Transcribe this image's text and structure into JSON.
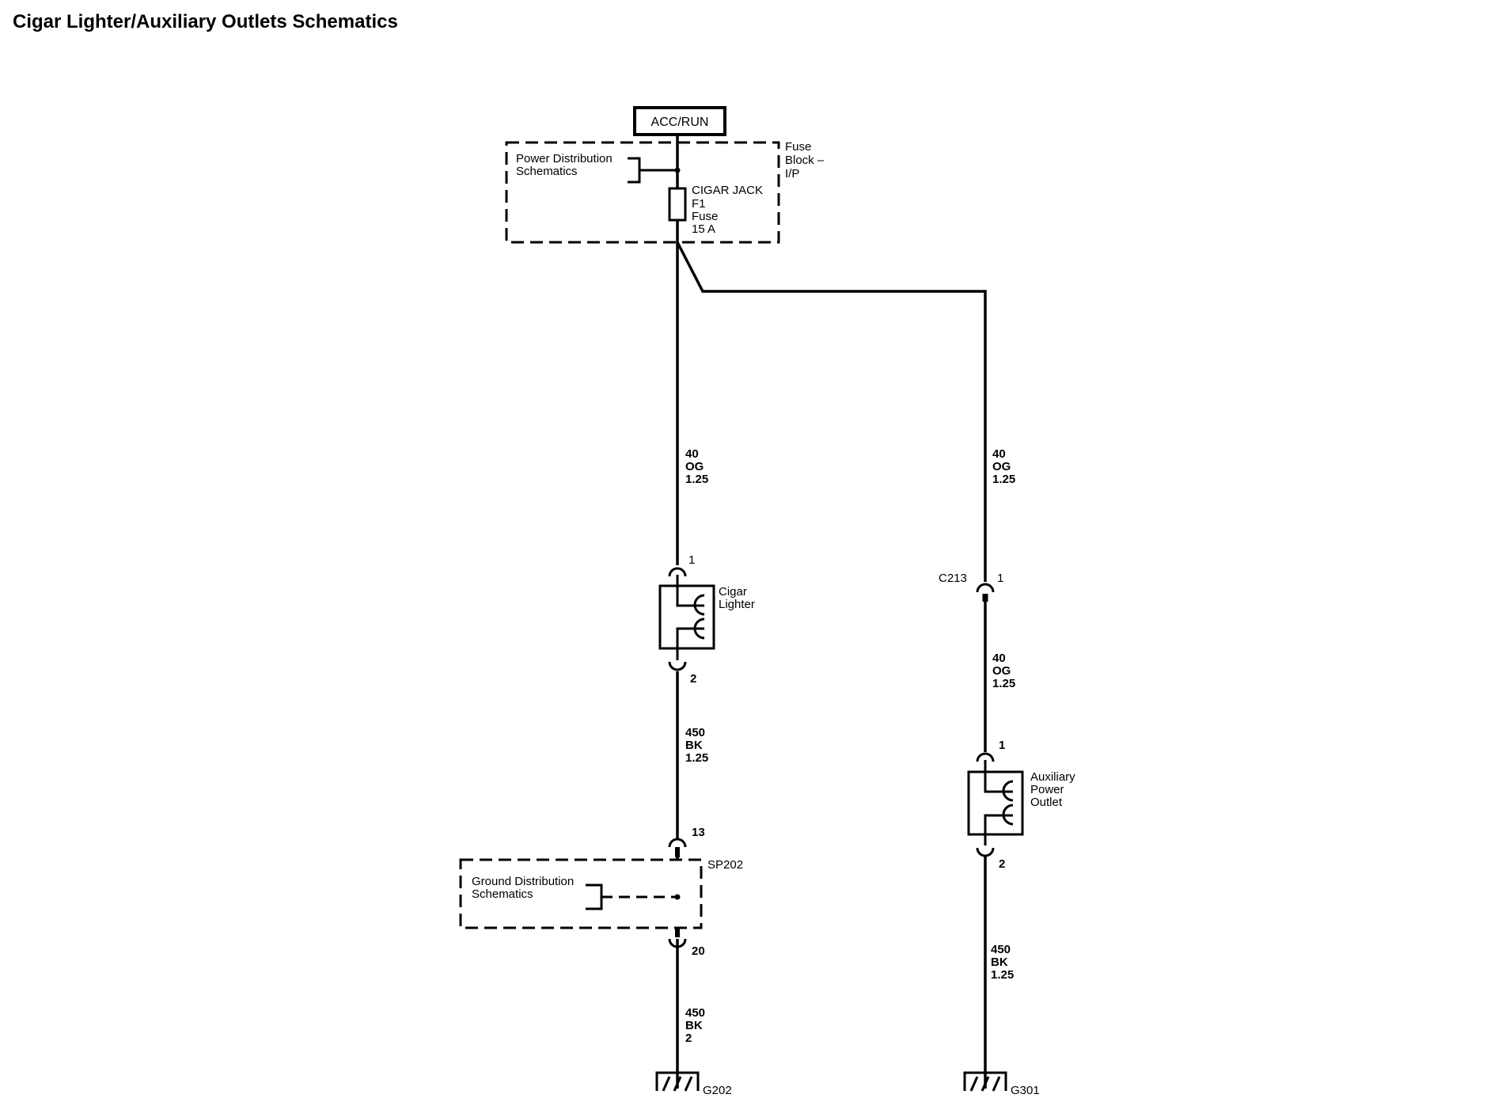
{
  "title": "Cigar Lighter/Auxiliary Outlets Schematics",
  "power_source": "ACC/RUN",
  "fuse_block": {
    "ref_line1": "Power Distribution",
    "ref_line2": "Schematics",
    "name_line1": "Fuse",
    "name_line2": "Block –",
    "name_line3": "I/P",
    "fuse_line1": "CIGAR JACK",
    "fuse_line2": "F1",
    "fuse_line3": "Fuse",
    "fuse_line4": "15 A"
  },
  "wires": {
    "left_top": {
      "circuit": "40",
      "color": "OG",
      "gauge": "1.25"
    },
    "left_mid": {
      "circuit": "450",
      "color": "BK",
      "gauge": "1.25"
    },
    "left_bottom": {
      "circuit": "450",
      "color": "BK",
      "gauge": "2"
    },
    "right_top": {
      "circuit": "40",
      "color": "OG",
      "gauge": "1.25"
    },
    "right_mid": {
      "circuit": "40",
      "color": "OG",
      "gauge": "1.25"
    },
    "right_bottom": {
      "circuit": "450",
      "color": "BK",
      "gauge": "1.25"
    }
  },
  "cigar_lighter": {
    "line1": "Cigar",
    "line2": "Lighter",
    "pin_top": "1",
    "pin_bottom": "2"
  },
  "aux_outlet": {
    "line1": "Auxiliary",
    "line2": "Power",
    "line3": "Outlet",
    "pin_top": "1",
    "pin_bottom": "2"
  },
  "connector_c213": {
    "name": "C213",
    "pin": "1"
  },
  "splice": {
    "name": "SP202",
    "pin_top": "13",
    "pin_bottom": "20",
    "ref_line1": "Ground Distribution",
    "ref_line2": "Schematics"
  },
  "grounds": {
    "left": "G202",
    "right": "G301"
  }
}
